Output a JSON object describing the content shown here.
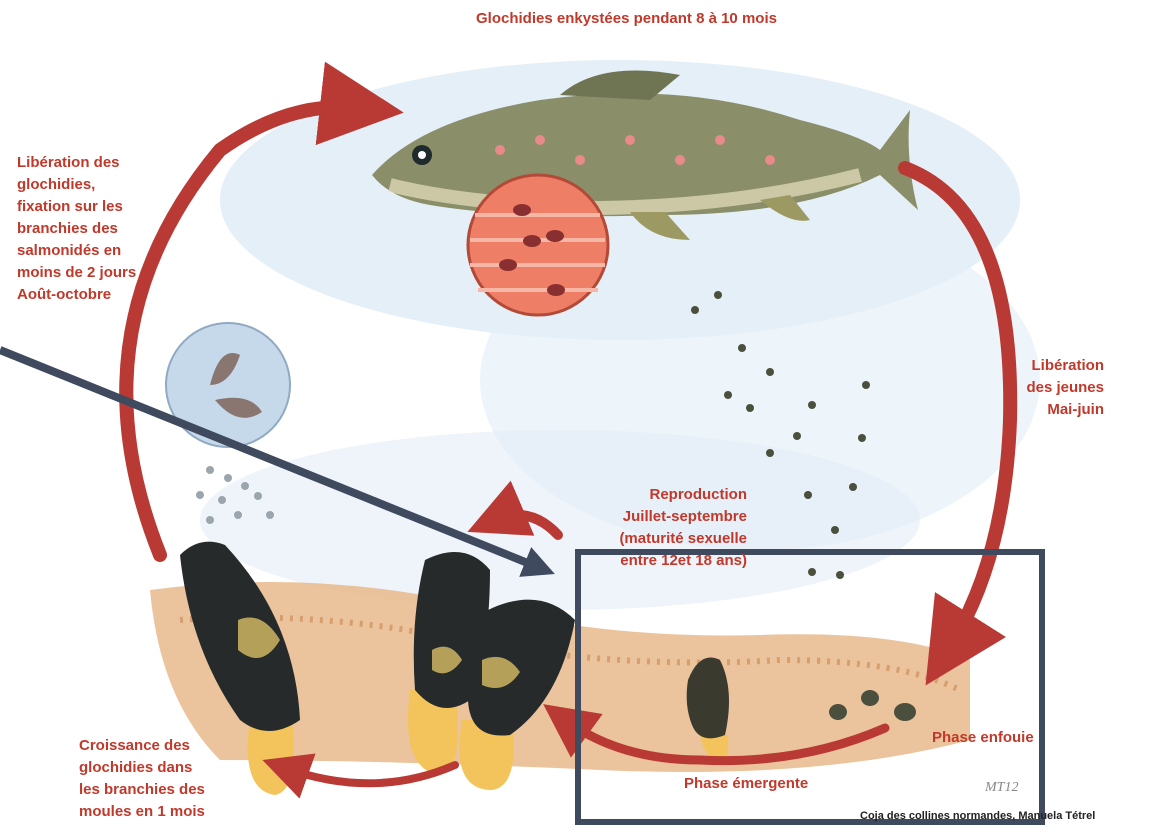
{
  "labels": {
    "top": "Glochidies enkystées pendant 8 à 10 mois",
    "left": [
      "Libération des",
      "glochidies,",
      "fixation sur les",
      "branchies des",
      "salmonidés en",
      "moins de 2 jours",
      "Août-octobre"
    ],
    "right": [
      "Libération",
      "des jeunes",
      "Mai-juin"
    ],
    "reproduction": [
      "Reproduction",
      "Juillet-septembre",
      "(maturité sexuelle",
      "entre 12et 18 ans)"
    ],
    "bottom_left": [
      "Croissance des",
      "glochidies dans",
      "les branchies des",
      "moules en 1 mois"
    ],
    "phase_emergente": "Phase émergente",
    "phase_enfouie": "Phase enfouie",
    "signature": "MT12",
    "credit": "Coja des collines normandes, Manuela Tétrel"
  },
  "colors": {
    "label_red": "#c0392b",
    "arrow_red": "#b93a35",
    "pointer_navy": "#3f4a5e"
  }
}
